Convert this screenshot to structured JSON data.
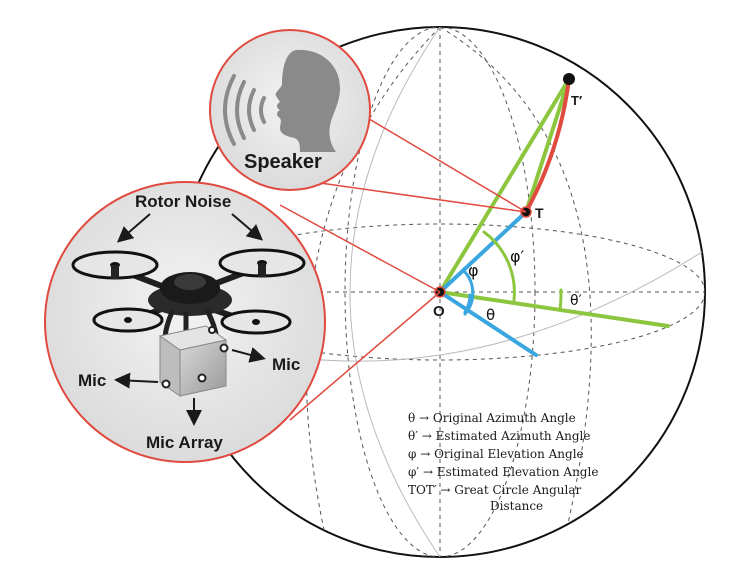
{
  "labels": {
    "speaker": "Speaker",
    "rotor_noise": "Rotor Noise",
    "mic_right": "Mic",
    "mic_left": "Mic",
    "mic_array": "Mic Array",
    "point_o": "O",
    "point_t": "T",
    "point_t_prime": "T′",
    "theta": "θ",
    "theta_prime": "θ′",
    "phi": "φ",
    "phi_prime": "φ′"
  },
  "legend": [
    "θ → Original Azimuth Angle",
    "θ′ → Estimated Azimuth Angle",
    "φ →  Original Elevation Angle",
    "φ′ → Estimated Elevation Angle",
    "TOT′ → Great Circle Angular",
    "Distance"
  ],
  "colors": {
    "red": "#e04a3f",
    "green": "#8cc63f",
    "blue": "#3aa6e0",
    "dark": "#1a1a1a"
  }
}
